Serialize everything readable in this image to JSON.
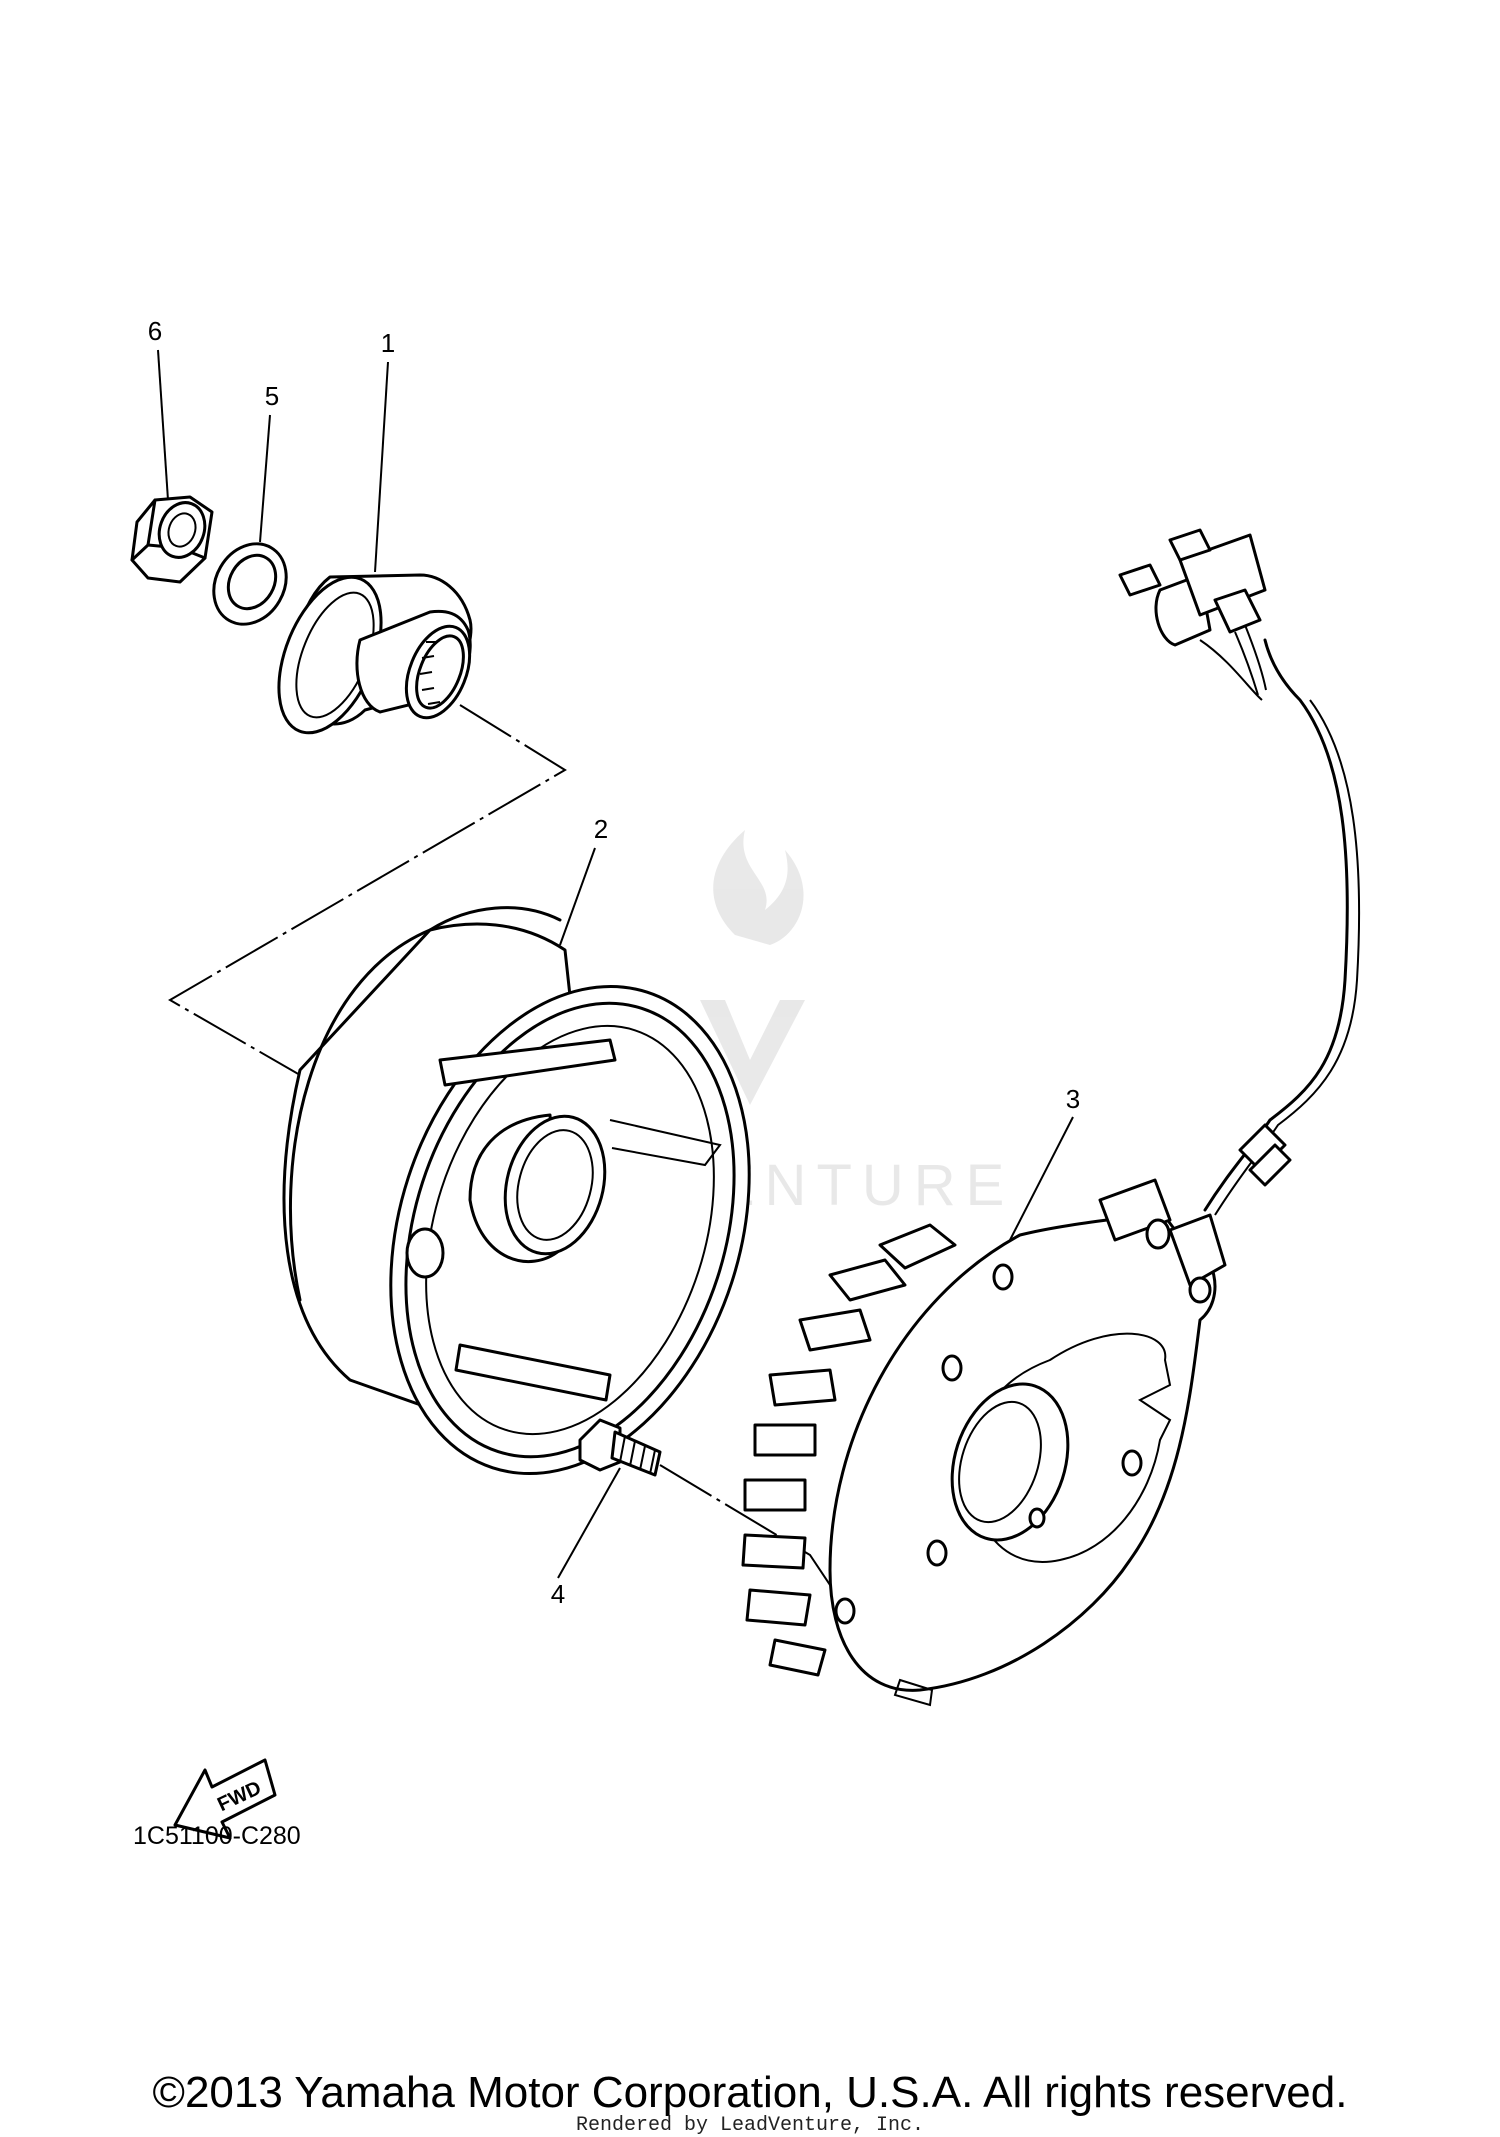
{
  "diagram": {
    "callouts": [
      {
        "id": 1,
        "label": "1",
        "part": "rotor-hub-sleeve"
      },
      {
        "id": 2,
        "label": "2",
        "part": "flywheel-rotor"
      },
      {
        "id": 3,
        "label": "3",
        "part": "stator-assembly"
      },
      {
        "id": 4,
        "label": "4",
        "part": "bolt"
      },
      {
        "id": 5,
        "label": "5",
        "part": "washer"
      },
      {
        "id": 6,
        "label": "6",
        "part": "nut"
      }
    ],
    "fwd_label": "FWD",
    "part_code": "1C51100-C280",
    "watermark": "LEADVENTURE"
  },
  "footer": {
    "copyright": "©2013 Yamaha Motor Corporation, U.S.A. All rights reserved.",
    "rendered_by": "Rendered by LeadVenture, Inc."
  }
}
